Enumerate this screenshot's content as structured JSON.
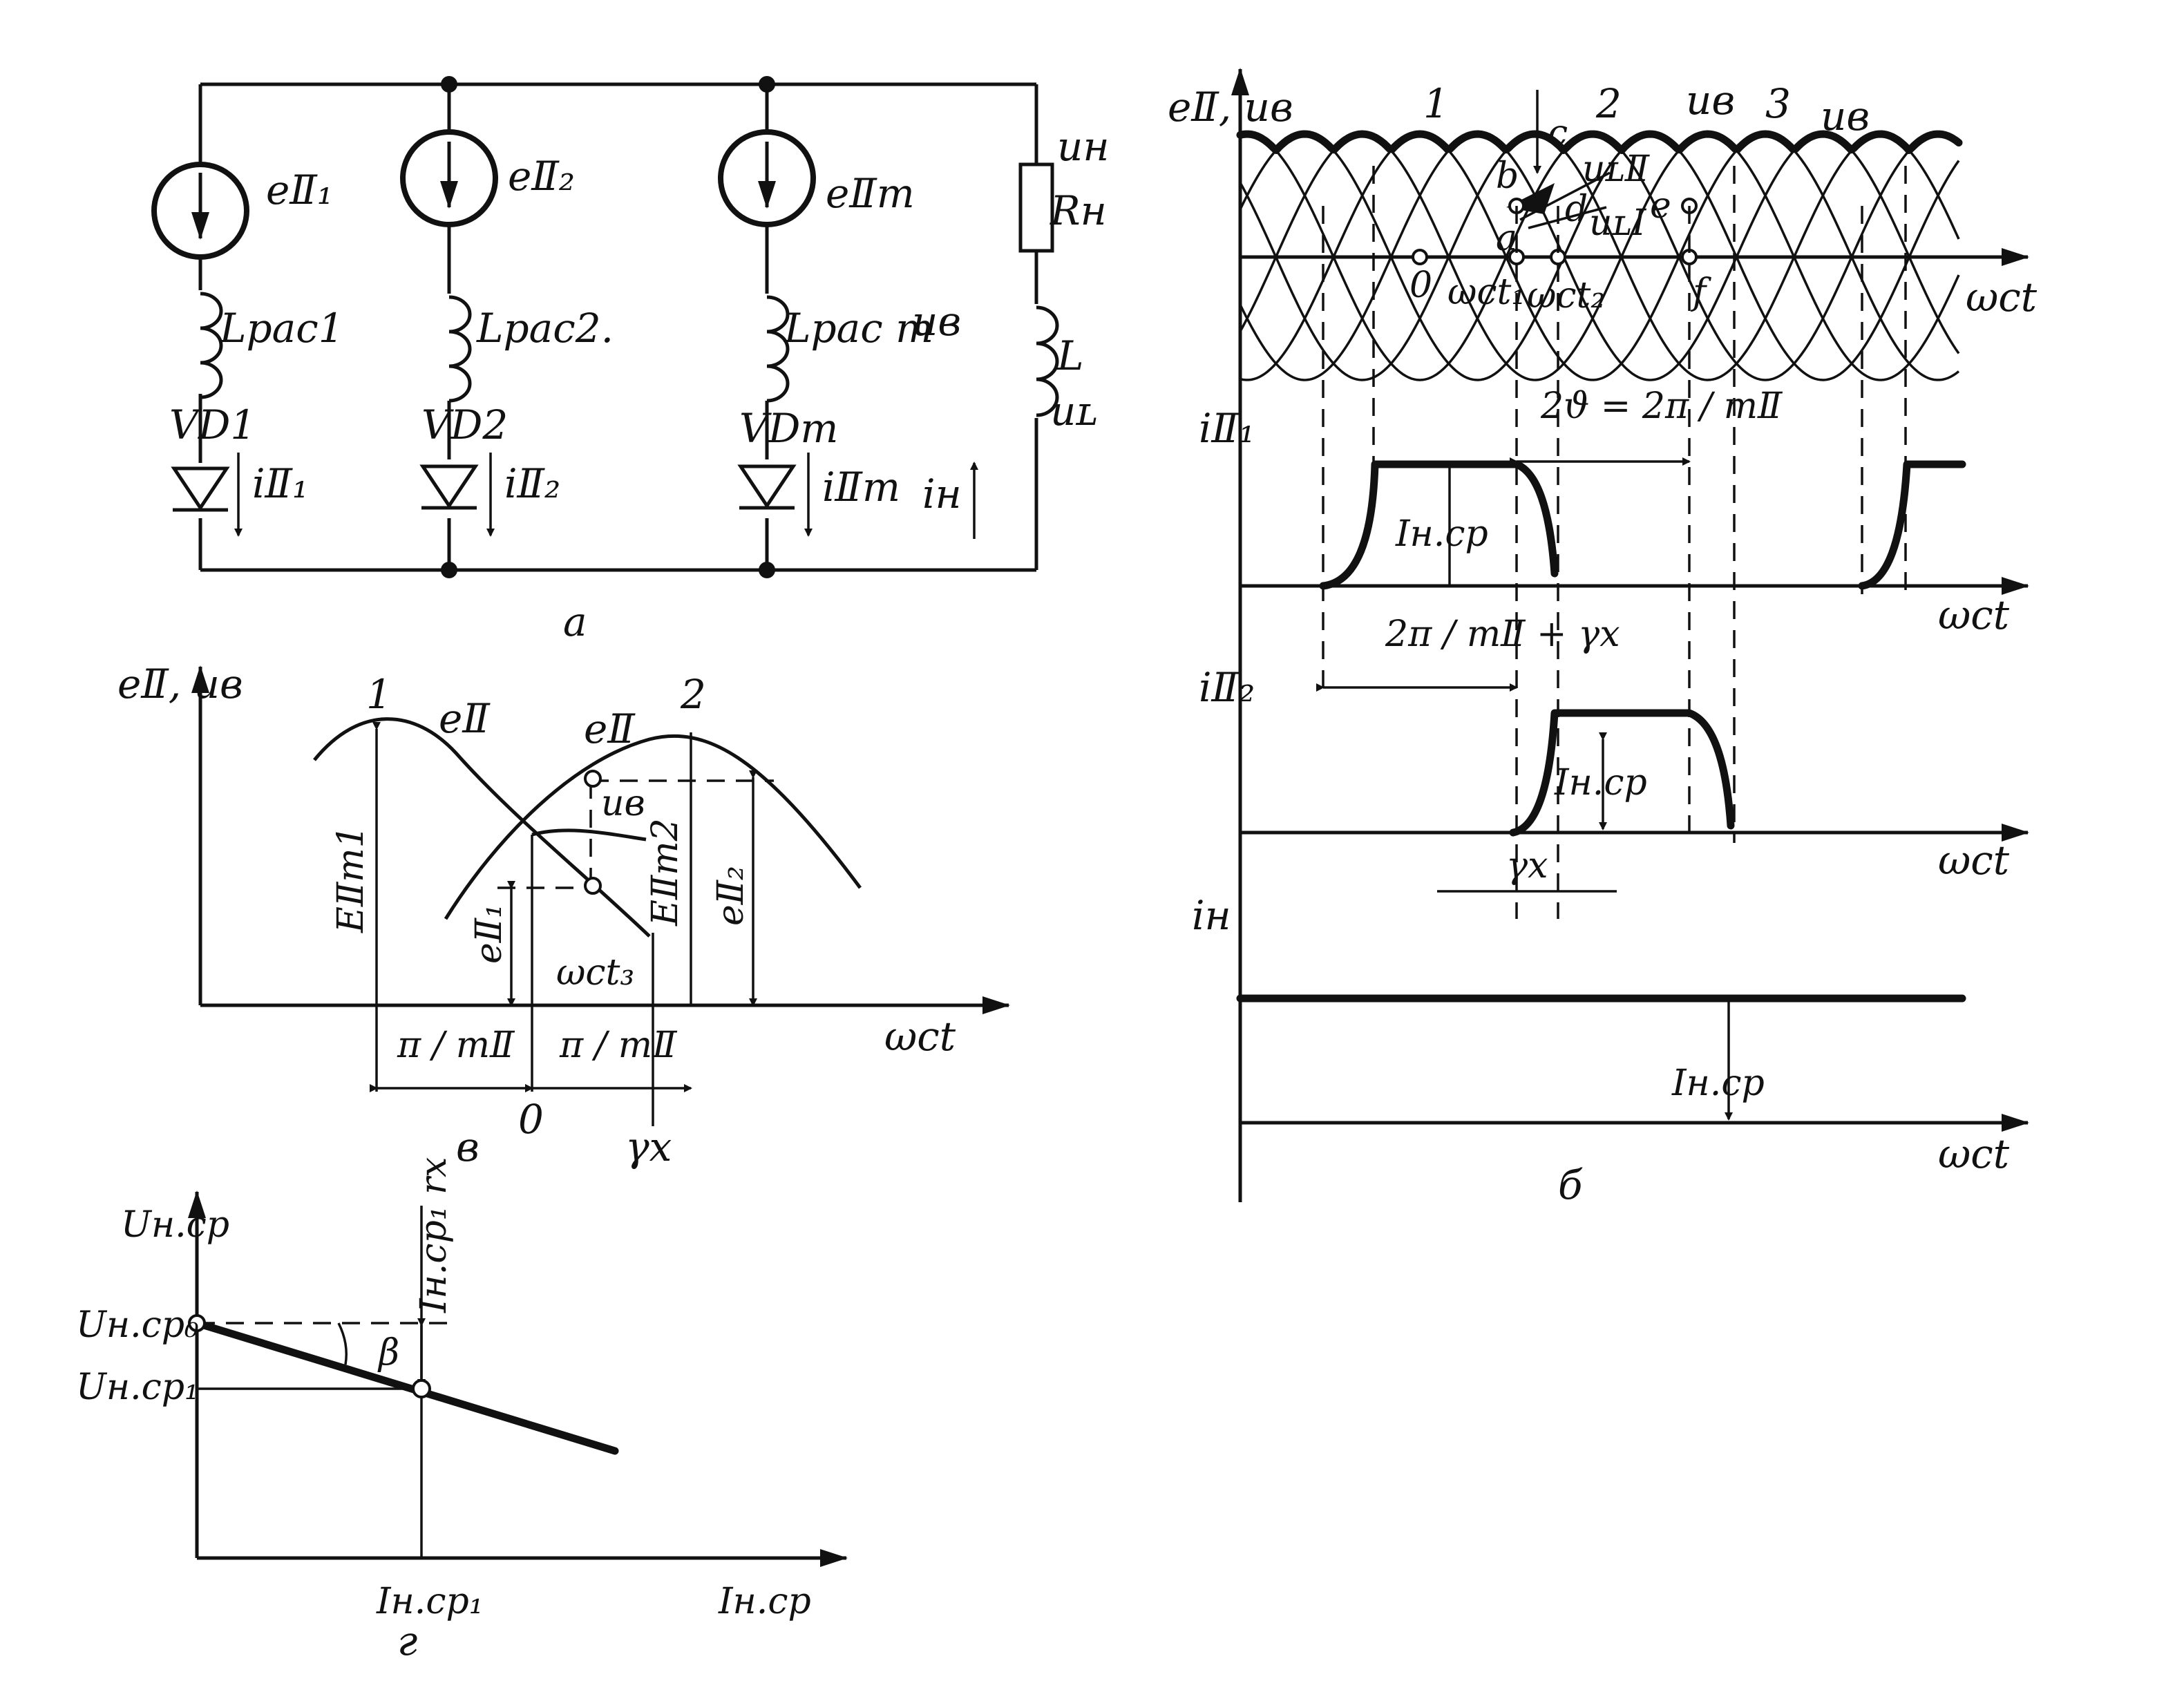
{
  "panel_a": {
    "caption": "a",
    "branch1": {
      "source": "eⅡ₁",
      "inductor": "Lрас1",
      "diode": "VD1",
      "current": "iⅡ₁"
    },
    "branch2": {
      "source": "eⅡ₂",
      "inductor": "Lрас2.",
      "diode": "VD2",
      "current": "iⅡ₂"
    },
    "branchm": {
      "source": "eⅡm",
      "inductor": "Lрас m",
      "diode": "VDm",
      "current": "iⅡm"
    },
    "load": {
      "u_h": "uн",
      "r_h": "Rн",
      "u_b": "uв",
      "l": "L",
      "u_l": "uʟ",
      "i_h": "iн"
    }
  },
  "panel_b": {
    "caption": "б",
    "top_ylabel": "eⅡ, uв",
    "wave_labels": [
      "1",
      "2",
      "3"
    ],
    "ub_labels": [
      "uв",
      "uв"
    ],
    "points": {
      "b": "b",
      "c": "c",
      "a": "a",
      "d": "d",
      "e": "e",
      "f": "f",
      "zero": "0"
    },
    "ul2": "uʟⅡ",
    "ul1": "uʟⅠ",
    "t1": "ωсt₁",
    "t2": "ωсt₂",
    "xlabel": "ωсt",
    "two_theta": "2ϑ = 2π / mⅡ",
    "i1_label": "iⅡ₁",
    "i2_label": "iⅡ₂",
    "ih_label": "iн",
    "ihcp": "Iн.ср",
    "span": "2π / mⅡ + γх",
    "gamma": "γх"
  },
  "panel_v": {
    "caption": "в",
    "ylabel": "eⅡ, uв",
    "xlabel": "ωсt",
    "wave1": "1",
    "wave2": "2",
    "e_lbl1": "eⅡ",
    "e_lbl2": "eⅡ",
    "ub": "uв",
    "em1": "EⅡm1",
    "em2": "EⅡm2",
    "e1": "eⅡ₁",
    "e2": "eⅡ₂",
    "t3": "ωсt₃",
    "pi_m": "π / mⅡ",
    "zero": "0",
    "gamma": "γх"
  },
  "panel_g": {
    "caption": "г",
    "ylabel": "Uн.ср",
    "u0": "Uн.ср₀",
    "u1": "Uн.ср₁",
    "drop": "Iн.ср₁ rх",
    "beta": "β",
    "i1": "Iн.ср₁",
    "xlabel": "Iн.ср"
  }
}
